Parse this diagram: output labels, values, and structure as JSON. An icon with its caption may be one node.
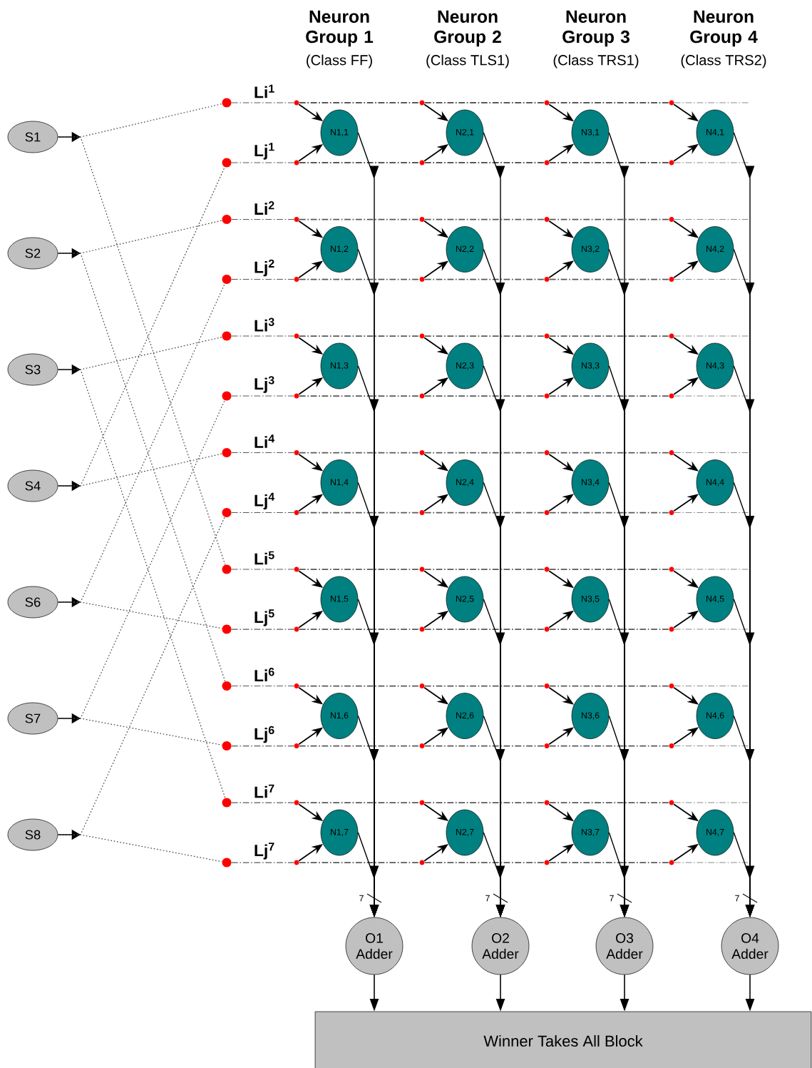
{
  "diagram": {
    "nodes": [
      {
        "text": [
          "S1"
        ]
      },
      {
        "text": [
          "S2"
        ]
      },
      {
        "text": [
          "S3"
        ]
      },
      {
        "text": [
          "S4"
        ]
      },
      {
        "text": [
          "S6"
        ]
      },
      {
        "text": [
          "S7"
        ]
      },
      {
        "text": [
          "S8"
        ]
      },
      {
        "text": [],
        "shape": "circle",
        "beside": [
          "Li$^{1}$"
        ]
      },
      {
        "text": [],
        "shape": "circle",
        "beside": [
          "Lj$^{1}$"
        ]
      },
      {
        "text": [],
        "shape": "circle",
        "beside": [
          "Li$^{2}$"
        ]
      },
      {
        "text": [],
        "shape": "circle",
        "beside": [
          "Lj$^{2}$"
        ]
      },
      {
        "text": [],
        "shape": "circle",
        "beside": [
          "Li$^{3}$"
        ]
      },
      {
        "text": [],
        "shape": "circle",
        "beside": [
          "Lj$^{3}$"
        ]
      },
      {
        "text": [],
        "shape": "circle",
        "beside": [
          "Li$^{4}$"
        ]
      },
      {
        "text": [],
        "shape": "circle",
        "beside": [
          "Lj$^{4}$"
        ]
      },
      {
        "text": [],
        "shape": "circle",
        "beside": [
          "Li$^{5}$"
        ]
      },
      {
        "text": [],
        "shape": "circle",
        "beside": [
          "Lj$^{5}$"
        ]
      },
      {
        "text": [],
        "shape": "circle",
        "beside": [
          "Li$^{6}$"
        ]
      },
      {
        "text": [],
        "shape": "circle",
        "beside": [
          "Lj$^{6}$"
        ]
      },
      {
        "text": [],
        "shape": "circle",
        "beside": [
          "Li$^{7}$"
        ]
      },
      {
        "text": [],
        "shape": "circle",
        "beside": [
          "Lj$^{7}$"
        ]
      },
      {
        "text": [],
        "shape": "circle"
      },
      {
        "text": [],
        "shape": "circle"
      },
      {
        "text": [],
        "shape": "circle"
      },
      {
        "text": [],
        "shape": "circle"
      },
      {
        "text": [],
        "shape": "circle"
      },
      {
        "text": [],
        "shape": "circle"
      },
      {
        "text": [],
        "shape": "circle"
      },
      {
        "text": [],
        "shape": "circle"
      },
      {
        "text": [],
        "shape": "circle"
      },
      {
        "text": [],
        "shape": "circle"
      },
      {
        "text": [],
        "shape": "circle"
      },
      {
        "text": [],
        "shape": "circle"
      },
      {
        "text": [],
        "shape": "circle"
      },
      {
        "text": [],
        "shape": "circle"
      },
      {
        "text": [],
        "shape": "circle"
      },
      {
        "text": [],
        "shape": "circle"
      },
      {
        "text": [],
        "shape": "circle"
      },
      {
        "text": [],
        "shape": "circle"
      },
      {
        "text": [],
        "shape": "circle"
      },
      {
        "text": [],
        "shape": "circle"
      },
      {
        "text": [],
        "shape": "circle"
      },
      {
        "text": [],
        "shape": "circle"
      },
      {
        "text": [],
        "shape": "circle"
      },
      {
        "text": [],
        "shape": "circle"
      },
      {
        "text": [],
        "shape": "circle"
      },
      {
        "text": [],
        "shape": "circle"
      },
      {
        "text": [],
        "shape": "circle"
      },
      {
        "text": [],
        "shape": "circle"
      },
      {
        "text": [],
        "shape": "circle"
      },
      {
        "text": [],
        "shape": "circle"
      },
      {
        "text": [],
        "shape": "circle"
      },
      {
        "text": [],
        "shape": "circle"
      },
      {
        "text": [],
        "shape": "circle"
      },
      {
        "text": [],
        "shape": "circle"
      },
      {
        "text": [],
        "shape": "circle"
      },
      {
        "text": [],
        "shape": "circle"
      },
      {
        "text": [],
        "shape": "circle"
      },
      {
        "text": [],
        "shape": "circle"
      },
      {
        "text": [],
        "shape": "circle"
      },
      {
        "text": [],
        "shape": "circle"
      },
      {
        "text": [],
        "shape": "circle"
      },
      {
        "text": [],
        "shape": "circle"
      },
      {
        "text": [],
        "shape": "circle"
      },
      {
        "text": [],
        "shape": "circle"
      },
      {
        "text": [],
        "shape": "circle"
      },
      {
        "text": [],
        "shape": "circle"
      },
      {
        "text": [],
        "shape": "circle"
      },
      {
        "text": [],
        "shape": "circle"
      },
      {
        "text": [],
        "shape": "circle"
      },
      {
        "text": [],
        "shape": "circle"
      },
      {
        "text": [],
        "shape": "circle"
      },
      {
        "text": [],
        "shape": "circle"
      },
      {
        "text": [],
        "shape": "circle"
      },
      {
        "text": [],
        "shape": "circle"
      },
      {
        "text": [],
        "shape": "circle"
      },
      {
        "text": [],
        "shape": "circle"
      },
      {
        "text": [
          "N1,1"
        ]
      },
      {
        "text": [
          "N2,1"
        ]
      },
      {
        "text": [
          "N3,1"
        ]
      },
      {
        "text": [
          "N4,1"
        ]
      },
      {
        "text": [
          "N1,2"
        ]
      },
      {
        "text": [
          "N2,2"
        ]
      },
      {
        "text": [
          "N3,2"
        ]
      },
      {
        "text": [
          "N4,2"
        ]
      },
      {
        "text": [
          "N1,3"
        ]
      },
      {
        "text": [
          "N2,3"
        ]
      },
      {
        "text": [
          "N3,3"
        ]
      },
      {
        "text": [
          "N4,3"
        ]
      },
      {
        "text": [
          "N1,4"
        ]
      },
      {
        "text": [
          "N2,4"
        ]
      },
      {
        "text": [
          "N3,4"
        ]
      },
      {
        "text": [
          "N4,4"
        ]
      },
      {
        "text": [
          "N1,5"
        ]
      },
      {
        "text": [
          "N2,5"
        ]
      },
      {
        "text": [
          "N3,5"
        ]
      },
      {
        "text": [
          "N4,5"
        ]
      },
      {
        "text": [
          "N1,6"
        ]
      },
      {
        "text": [
          "N2,6"
        ]
      },
      {
        "text": [
          "N3,6"
        ]
      },
      {
        "text": [
          "N4,6"
        ]
      },
      {
        "text": [
          "N1,7"
        ]
      },
      {
        "text": [
          "N2,7"
        ]
      },
      {
        "text": [
          "N3,7"
        ]
      },
      {
        "text": [
          "N4,7"
        ]
      },
      {
        "text": [
          "O1 Adder"
        ]
      },
      {
        "text": [
          "O2 Adder"
        ]
      },
      {
        "text": [
          "O3 Adder"
        ]
      },
      {
        "text": [
          "O4 Adder"
        ]
      },
      {
        "text": [
          "Winner Takes All Block"
        ]
      }
    ],
    "edges": [
      {
        "from": 0,
        "to": null,
        "arrow": "to"
      },
      {
        "from": 1,
        "to": null,
        "arrow": "to"
      },
      {
        "from": 2,
        "to": null,
        "arrow": "to"
      },
      {
        "from": 3,
        "to": null,
        "arrow": "to"
      },
      {
        "from": 4,
        "to": null,
        "arrow": "to"
      },
      {
        "from": 5,
        "to": null,
        "arrow": "to"
      },
      {
        "from": 6,
        "to": null,
        "arrow": "to"
      },
      {
        "from": 0,
        "to": 7,
        "arrow": "none",
        "style": "dashed"
      },
      {
        "from": 0,
        "to": 15,
        "arrow": "none",
        "style": "dashed"
      },
      {
        "from": 1,
        "to": 9,
        "arrow": "none",
        "style": "dashed"
      },
      {
        "from": 1,
        "to": 17,
        "arrow": "none",
        "style": "dashed"
      },
      {
        "from": 2,
        "to": 11,
        "arrow": "none",
        "style": "dashed"
      },
      {
        "from": 2,
        "to": 19,
        "arrow": "none",
        "style": "dashed"
      },
      {
        "from": 3,
        "to": 13,
        "arrow": "none",
        "style": "dashed"
      },
      {
        "from": 3,
        "to": 8,
        "arrow": "none",
        "style": "dashed"
      },
      {
        "from": 4,
        "to": 16,
        "arrow": "none",
        "style": "dashed"
      },
      {
        "from": 4,
        "to": 10,
        "arrow": "none",
        "style": "dashed"
      },
      {
        "from": 5,
        "to": 18,
        "arrow": "none",
        "style": "dashed"
      },
      {
        "from": 5,
        "to": 12,
        "arrow": "none",
        "style": "dashed"
      },
      {
        "from": 6,
        "to": 20,
        "arrow": "none",
        "style": "dashed"
      },
      {
        "from": 6,
        "to": 14,
        "arrow": "none",
        "style": "dashed"
      },
      {
        "from": 7,
        "to": 21,
        "arrow": "none",
        "style": "dashed"
      },
      {
        "from": 21,
        "to": 22,
        "arrow": "none",
        "style": "dashed"
      },
      {
        "from": 22,
        "to": 23,
        "arrow": "none",
        "style": "dashed"
      },
      {
        "from": 23,
        "to": 24,
        "arrow": "none",
        "style": "dashed"
      },
      {
        "from": 8,
        "to": 25,
        "arrow": "none",
        "style": "dashed"
      },
      {
        "from": 25,
        "to": 26,
        "arrow": "none",
        "style": "dashed"
      },
      {
        "from": 26,
        "to": 27,
        "arrow": "none",
        "style": "dashed"
      },
      {
        "from": 27,
        "to": 28,
        "arrow": "none",
        "style": "dashed"
      },
      {
        "from": 9,
        "to": 29,
        "arrow": "none",
        "style": "dashed"
      },
      {
        "from": 29,
        "to": 30,
        "arrow": "none",
        "style": "dashed"
      },
      {
        "from": 30,
        "to": 31,
        "arrow": "none",
        "style": "dashed"
      },
      {
        "from": 31,
        "to": 32,
        "arrow": "none",
        "style": "dashed"
      },
      {
        "from": 10,
        "to": 33,
        "arrow": "none",
        "style": "dashed"
      },
      {
        "from": 33,
        "to": 34,
        "arrow": "none",
        "style": "dashed"
      },
      {
        "from": 34,
        "to": 35,
        "arrow": "none",
        "style": "dashed"
      },
      {
        "from": 35,
        "to": 36,
        "arrow": "none",
        "style": "dashed"
      },
      {
        "from": 11,
        "to": 37,
        "arrow": "none",
        "style": "dashed"
      },
      {
        "from": 37,
        "to": 38,
        "arrow": "none",
        "style": "dashed"
      },
      {
        "from": 38,
        "to": 39,
        "arrow": "none",
        "style": "dashed"
      },
      {
        "from": 39,
        "to": 40,
        "arrow": "none",
        "style": "dashed"
      },
      {
        "from": 12,
        "to": 41,
        "arrow": "none",
        "style": "dashed"
      },
      {
        "from": 41,
        "to": 42,
        "arrow": "none",
        "style": "dashed"
      },
      {
        "from": 42,
        "to": 43,
        "arrow": "none",
        "style": "dashed"
      },
      {
        "from": 43,
        "to": 44,
        "arrow": "none",
        "style": "dashed"
      },
      {
        "from": 13,
        "to": 45,
        "arrow": "none",
        "style": "dashed"
      },
      {
        "from": 45,
        "to": 46,
        "arrow": "none",
        "style": "dashed"
      },
      {
        "from": 46,
        "to": 47,
        "arrow": "none",
        "style": "dashed"
      },
      {
        "from": 47,
        "to": 48,
        "arrow": "none",
        "style": "dashed"
      },
      {
        "from": 14,
        "to": 49,
        "arrow": "none",
        "style": "dashed"
      },
      {
        "from": 49,
        "to": 50,
        "arrow": "none",
        "style": "dashed"
      },
      {
        "from": 50,
        "to": 51,
        "arrow": "none",
        "style": "dashed"
      },
      {
        "from": 51,
        "to": 52,
        "arrow": "none",
        "style": "dashed"
      },
      {
        "from": 15,
        "to": 53,
        "arrow": "none",
        "style": "dashed"
      },
      {
        "from": 53,
        "to": 54,
        "arrow": "none",
        "style": "dashed"
      },
      {
        "from": 54,
        "to": 55,
        "arrow": "none",
        "style": "dashed"
      },
      {
        "from": 55,
        "to": 56,
        "arrow": "none",
        "style": "dashed"
      },
      {
        "from": 16,
        "to": 57,
        "arrow": "none",
        "style": "dashed"
      },
      {
        "from": 57,
        "to": 58,
        "arrow": "none",
        "style": "dashed"
      },
      {
        "from": 58,
        "to": 59,
        "arrow": "none",
        "style": "dashed"
      },
      {
        "from": 59,
        "to": 60,
        "arrow": "none",
        "style": "dashed"
      },
      {
        "from": 17,
        "to": 61,
        "arrow": "none",
        "style": "dashed"
      },
      {
        "from": 61,
        "to": 62,
        "arrow": "none",
        "style": "dashed"
      },
      {
        "from": 62,
        "to": 63,
        "arrow": "none",
        "style": "dashed"
      },
      {
        "from": 63,
        "to": 64,
        "arrow": "none",
        "style": "dashed"
      },
      {
        "from": 18,
        "to": 65,
        "arrow": "none",
        "style": "dashed"
      },
      {
        "from": 65,
        "to": 66,
        "arrow": "none",
        "style": "dashed"
      },
      {
        "from": 66,
        "to": 67,
        "arrow": "none",
        "style": "dashed"
      },
      {
        "from": 67,
        "to": 68,
        "arrow": "none",
        "style": "dashed"
      },
      {
        "from": 19,
        "to": 69,
        "arrow": "none",
        "style": "dashed"
      },
      {
        "from": 69,
        "to": 70,
        "arrow": "none",
        "style": "dashed"
      },
      {
        "from": 70,
        "to": 71,
        "arrow": "none",
        "style": "dashed"
      },
      {
        "from": 71,
        "to": 72,
        "arrow": "none",
        "style": "dashed"
      },
      {
        "from": 20,
        "to": 73,
        "arrow": "none",
        "style": "dashed"
      },
      {
        "from": 73,
        "to": 74,
        "arrow": "none",
        "style": "dashed"
      },
      {
        "from": 74,
        "to": 75,
        "arrow": "none",
        "style": "dashed"
      },
      {
        "from": 75,
        "to": 76,
        "arrow": "none",
        "style": "dashed"
      },
      {
        "from": 21,
        "to": 77,
        "arrow": "to"
      },
      {
        "from": 22,
        "to": 78,
        "arrow": "to"
      },
      {
        "from": 23,
        "to": 79,
        "arrow": "to"
      },
      {
        "from": 24,
        "to": 80,
        "arrow": "to"
      },
      {
        "from": 25,
        "to": 77,
        "arrow": "to"
      },
      {
        "from": 26,
        "to": 78,
        "arrow": "to"
      },
      {
        "from": 27,
        "to": 79,
        "arrow": "to"
      },
      {
        "from": 28,
        "to": 80,
        "arrow": "to"
      },
      {
        "from": 29,
        "to": 81,
        "arrow": "to"
      },
      {
        "from": 30,
        "to": 82,
        "arrow": "to"
      },
      {
        "from": 31,
        "to": 83,
        "arrow": "to"
      },
      {
        "from": 32,
        "to": 84,
        "arrow": "to"
      },
      {
        "from": 33,
        "to": 81,
        "arrow": "to"
      },
      {
        "from": 34,
        "to": 82,
        "arrow": "to"
      },
      {
        "from": 35,
        "to": 83,
        "arrow": "to"
      },
      {
        "from": 36,
        "to": 84,
        "arrow": "to"
      },
      {
        "from": 37,
        "to": 85,
        "arrow": "to"
      },
      {
        "from": 38,
        "to": 86,
        "arrow": "to"
      },
      {
        "from": 39,
        "to": 87,
        "arrow": "to"
      },
      {
        "from": 40,
        "to": 88,
        "arrow": "to"
      },
      {
        "from": 41,
        "to": 85,
        "arrow": "to"
      },
      {
        "from": 42,
        "to": 86,
        "arrow": "to"
      },
      {
        "from": 43,
        "to": 87,
        "arrow": "to"
      },
      {
        "from": 44,
        "to": 88,
        "arrow": "to"
      },
      {
        "from": 45,
        "to": 89,
        "arrow": "to"
      },
      {
        "from": 46,
        "to": 90,
        "arrow": "to"
      },
      {
        "from": 47,
        "to": 91,
        "arrow": "to"
      },
      {
        "from": 48,
        "to": 92,
        "arrow": "to"
      },
      {
        "from": 49,
        "to": 89,
        "arrow": "to"
      },
      {
        "from": 50,
        "to": 90,
        "arrow": "to"
      },
      {
        "from": 51,
        "to": 91,
        "arrow": "to"
      },
      {
        "from": 52,
        "to": 92,
        "arrow": "to"
      },
      {
        "from": 53,
        "to": 93,
        "arrow": "to"
      },
      {
        "from": 54,
        "to": 94,
        "arrow": "to"
      },
      {
        "from": 55,
        "to": 95,
        "arrow": "to"
      },
      {
        "from": 56,
        "to": 96,
        "arrow": "to"
      },
      {
        "from": 57,
        "to": 93,
        "arrow": "to"
      },
      {
        "from": 58,
        "to": 94,
        "arrow": "to"
      },
      {
        "from": 59,
        "to": 95,
        "arrow": "to"
      },
      {
        "from": 60,
        "to": 96,
        "arrow": "to"
      },
      {
        "from": 61,
        "to": 97,
        "arrow": "to"
      },
      {
        "from": 62,
        "to": 98,
        "arrow": "to"
      },
      {
        "from": 63,
        "to": 99,
        "arrow": "to"
      },
      {
        "from": 64,
        "to": 100,
        "arrow": "to"
      },
      {
        "from": 65,
        "to": 97,
        "arrow": "to"
      },
      {
        "from": 66,
        "to": 98,
        "arrow": "to"
      },
      {
        "from": 67,
        "to": 99,
        "arrow": "to"
      },
      {
        "from": 68,
        "to": 100,
        "arrow": "to"
      },
      {
        "from": 69,
        "to": 101,
        "arrow": "to"
      },
      {
        "from": 70,
        "to": 102,
        "arrow": "to"
      },
      {
        "from": 71,
        "to": 103,
        "arrow": "to"
      },
      {
        "from": 72,
        "to": 104,
        "arrow": "to"
      },
      {
        "from": 73,
        "to": 101,
        "arrow": "to"
      },
      {
        "from": 74,
        "to": 102,
        "arrow": "to"
      },
      {
        "from": 75,
        "to": 103,
        "arrow": "to"
      },
      {
        "from": 76,
        "to": 104,
        "arrow": "to"
      },
      {
        "from": 77,
        "to": 105,
        "arrow": "to"
      },
      {
        "from": 78,
        "to": 106,
        "arrow": "to"
      },
      {
        "from": 79,
        "to": 107,
        "arrow": "to"
      },
      {
        "from": 80,
        "to": 108,
        "arrow": "to"
      },
      {
        "from": 81,
        "to": 105,
        "arrow": "to"
      },
      {
        "from": 82,
        "to": 106,
        "arrow": "to"
      },
      {
        "from": 83,
        "to": 107,
        "arrow": "to"
      },
      {
        "from": 84,
        "to": 108,
        "arrow": "to"
      },
      {
        "from": 85,
        "to": 105,
        "arrow": "to"
      },
      {
        "from": 86,
        "to": 106,
        "arrow": "to"
      },
      {
        "from": 87,
        "to": 107,
        "arrow": "to"
      },
      {
        "from": 88,
        "to": 108,
        "arrow": "to"
      },
      {
        "from": 89,
        "to": 105,
        "arrow": "to"
      },
      {
        "from": 90,
        "to": 106,
        "arrow": "to"
      },
      {
        "from": 91,
        "to": 107,
        "arrow": "to"
      },
      {
        "from": 92,
        "to": 108,
        "arrow": "to"
      },
      {
        "from": 93,
        "to": 105,
        "arrow": "to"
      },
      {
        "from": 94,
        "to": 106,
        "arrow": "to"
      },
      {
        "from": 95,
        "to": 107,
        "arrow": "to"
      },
      {
        "from": 96,
        "to": 108,
        "arrow": "to"
      },
      {
        "from": 97,
        "to": 105,
        "arrow": "to"
      },
      {
        "from": 98,
        "to": 106,
        "arrow": "to"
      },
      {
        "from": 99,
        "to": 107,
        "arrow": "to"
      },
      {
        "from": 100,
        "to": 108,
        "arrow": "to"
      },
      {
        "from": 101,
        "to": 105,
        "arrow": "to"
      },
      {
        "from": 102,
        "to": 106,
        "arrow": "to"
      },
      {
        "from": 103,
        "to": 107,
        "arrow": "to"
      },
      {
        "from": 104,
        "to": 108,
        "arrow": "to"
      },
      {
        "from": 105,
        "to": 109,
        "arrow": "to"
      },
      {
        "from": 106,
        "to": 109,
        "arrow": "to"
      },
      {
        "from": 107,
        "to": 109,
        "arrow": "to"
      },
      {
        "from": 108,
        "to": 109,
        "arrow": "to"
      }
    ],
    "labels": [
      "Neuron Group 1",
      "(Class FF)",
      "Neuron Group 2",
      "(Class TLS1)",
      "Neuron Group 3",
      "(Class TRS1)",
      "Neuron Group 4",
      "(Class TRS2)",
      "7",
      "7",
      "7",
      "7"
    ]
  }
}
